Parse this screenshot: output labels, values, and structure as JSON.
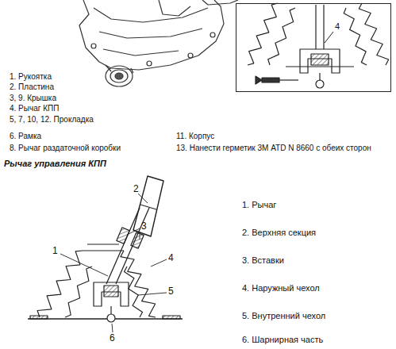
{
  "diagram": {
    "title": "Рычаг управления КПП",
    "nodes": [
      {
        "text": [
          "4"
        ]
      }
    ],
    "labels": [
      "1. Рукоятка",
      "2. Пластина",
      "3, 9. Крышка",
      "4. Рычаг КПП",
      "5, 7, 10, 12. Прокладка",
      "6. Рамка",
      "8. Рычаг раздаточной коробки",
      "11. Корпус",
      "13. Нанести герметик 3М ATD N 8660 с обеих сторон",
      "2",
      "3",
      "1",
      "4",
      "5",
      "6",
      "1. Рычаг",
      "2. Верхняя секция",
      "3. Вставки",
      "4. Наружный чехол",
      "5. Внутренний чехол",
      "6. Шарнирная часть"
    ]
  }
}
